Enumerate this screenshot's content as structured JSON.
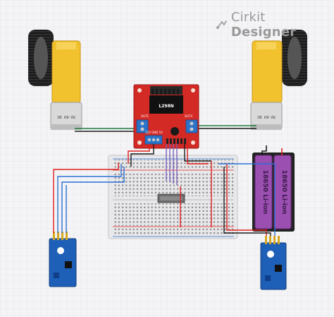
{
  "branding": {
    "logo_icon": "cirkit-logo-icon",
    "name_part1": "Cirkit",
    "name_part2": "Designer"
  },
  "components": {
    "motor_left_label": "3V-6V DC",
    "motor_right_label": "3V-6V DC",
    "battery_1_label": "18650 Li-ion",
    "battery_2_label": "18650 Li-ion",
    "driver_chip_label": "L298N",
    "driver_terminal_left": "OUT1",
    "driver_terminal_right": "OUT4",
    "driver_power_label": "12V GND 5V"
  },
  "colors": {
    "grid_bg": "#f4f4f6",
    "grid_line": "#dcdce2",
    "motor_yellow": "#f2c22e",
    "driver_red": "#d42a26",
    "sensor_blue": "#1e5fb8",
    "battery_purple": "#9b4fb0",
    "wire_red": "#e0201f",
    "wire_green": "#1f7a3a",
    "wire_blue": "#2b6fd6"
  }
}
